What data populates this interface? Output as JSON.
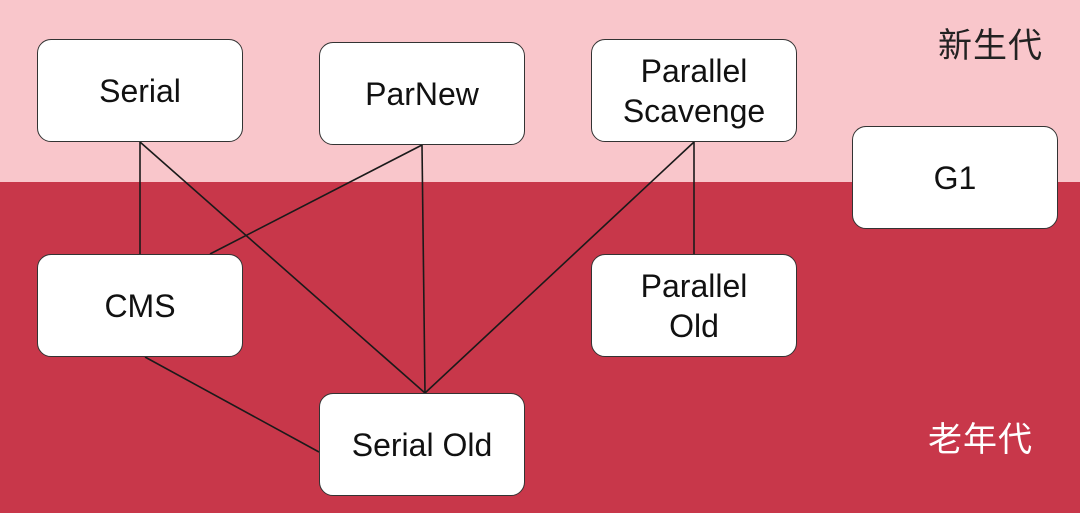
{
  "colors": {
    "young_band": "#f9c6cb",
    "old_band": "#c8374a",
    "node_fill": "#ffffff",
    "edge": "#1a1a1a"
  },
  "regions": {
    "young": "新生代",
    "old": "老年代"
  },
  "nodes": {
    "serial": "Serial",
    "parnew": "ParNew",
    "parallel_scavenge": "Parallel\nScavenge",
    "g1": "G1",
    "cms": "CMS",
    "parallel_old": "Parallel\nOld",
    "serial_old": "Serial Old"
  },
  "edges": [
    [
      "serial",
      "cms"
    ],
    [
      "serial",
      "serial_old"
    ],
    [
      "parnew",
      "cms"
    ],
    [
      "parnew",
      "serial_old"
    ],
    [
      "parallel_scavenge",
      "serial_old"
    ],
    [
      "parallel_scavenge",
      "parallel_old"
    ],
    [
      "cms",
      "serial_old"
    ]
  ]
}
